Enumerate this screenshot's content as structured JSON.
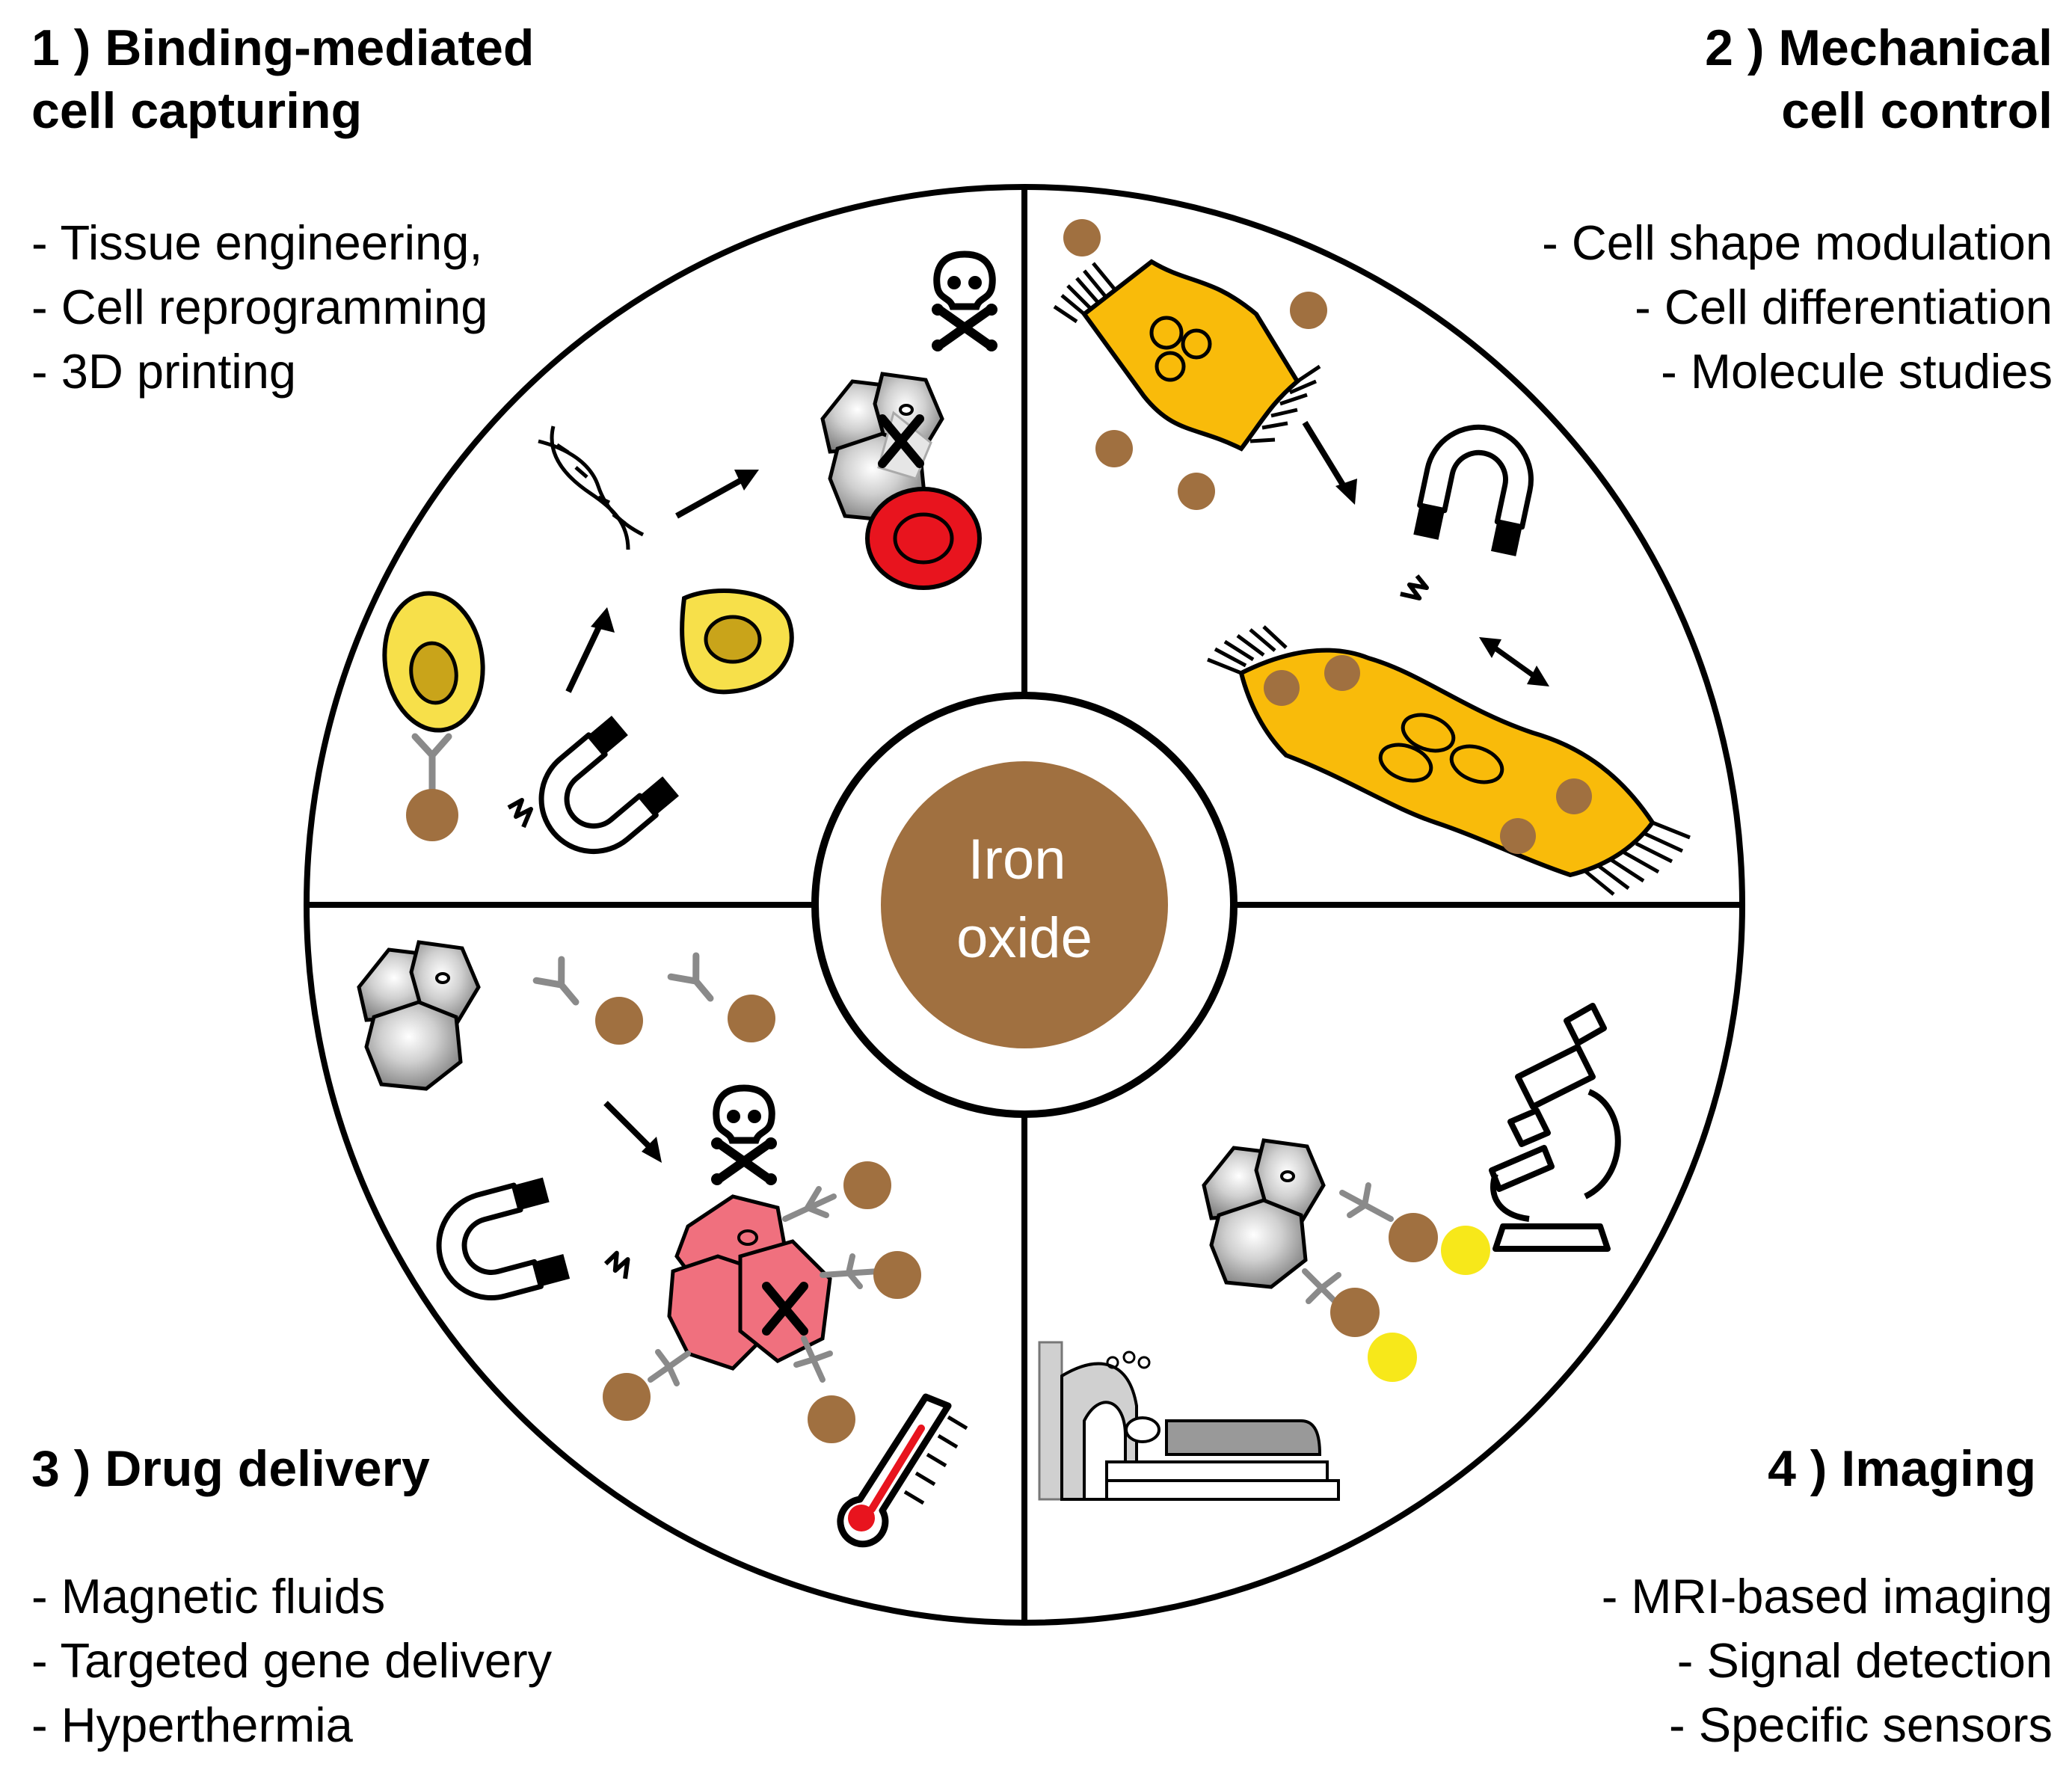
{
  "center_label": [
    "Iron",
    "oxide"
  ],
  "quadrants": {
    "q1": {
      "title": [
        "1 ) Binding-mediated",
        "cell capturing"
      ],
      "items": [
        "- Tissue engineering,",
        "- Cell reprogramming",
        "- 3D printing"
      ]
    },
    "q2": {
      "title": [
        "2 ) Mechanical",
        "cell control"
      ],
      "items": [
        "- Cell shape modulation",
        "- Cell differentiation",
        "- Molecule studies"
      ]
    },
    "q3": {
      "title": [
        "3 ) Drug delivery"
      ],
      "items": [
        "- Magnetic fluids",
        "- Targeted gene delivery",
        "- Hyperthermia"
      ]
    },
    "q4": {
      "title": [
        "4 ) Imaging"
      ],
      "items": [
        "- MRI-based imaging",
        "- Signal detection",
        "- Specific sensors"
      ]
    }
  },
  "colors": {
    "iron_oxide": "#A07040",
    "yellow_cell": "#F7E04A",
    "yellow_nucleus": "#C9A41A",
    "orange_cell": "#F9BB0A",
    "red_cell": "#E8141E",
    "pink_cell": "#F0707E",
    "signal": "#F7E81A",
    "gray_cell": "#B8B8B8"
  },
  "icons": [
    "magnet-icon",
    "skull-icon",
    "dna-icon",
    "microscope-icon",
    "thermometer-icon",
    "mri-scanner-icon",
    "antibody-icon",
    "arrow-icon"
  ]
}
